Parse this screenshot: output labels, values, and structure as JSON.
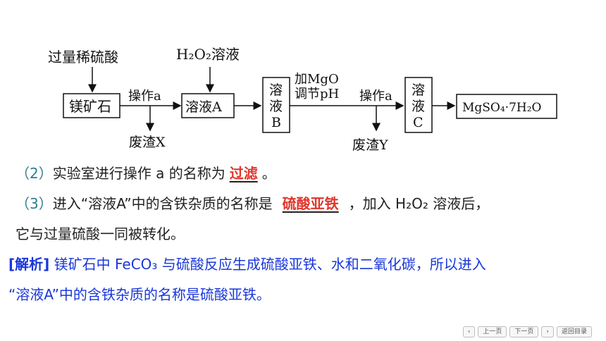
{
  "diagram": {
    "acid_label": "过量稀硫酸",
    "peroxide_label": "H₂O₂溶液",
    "ore_label": "镁矿石",
    "op_a_1": "操作a",
    "solution_a": "溶液A",
    "waste_x": "废渣X",
    "solution_b_chars": [
      "溶",
      "液",
      "B"
    ],
    "add_mgo": "加MgO",
    "adjust_ph": "调节pH",
    "op_a_2": "操作a",
    "waste_y": "废渣Y",
    "solution_c_chars": [
      "溶",
      "液",
      "C"
    ],
    "product": "MgSO₄·7H₂O"
  },
  "q2": {
    "number": "（2）",
    "text": "实验室进行操作 a 的名称为",
    "answer": "过滤",
    "end": "。"
  },
  "q3": {
    "number": "（3）",
    "text_before": "进入“溶液A”中的含铁杂质的名称是",
    "answer": "硫酸亚铁",
    "text_after": "，加入 H₂O₂ 溶液后，",
    "line2": "它与过量硫酸一同被转化。"
  },
  "analysis": {
    "tag": "[解析]",
    "line1": "镁矿石中 FeCO₃ 与硫酸反应生成硫酸亚铁、水和二氧化碳，所以进入",
    "line2": "“溶液A”中的含铁杂质的名称是硫酸亚铁。"
  },
  "nav": {
    "prev_icon": "‹",
    "prev": "上一页",
    "next": "下一页",
    "next_icon": "›",
    "back": "返回目录"
  }
}
